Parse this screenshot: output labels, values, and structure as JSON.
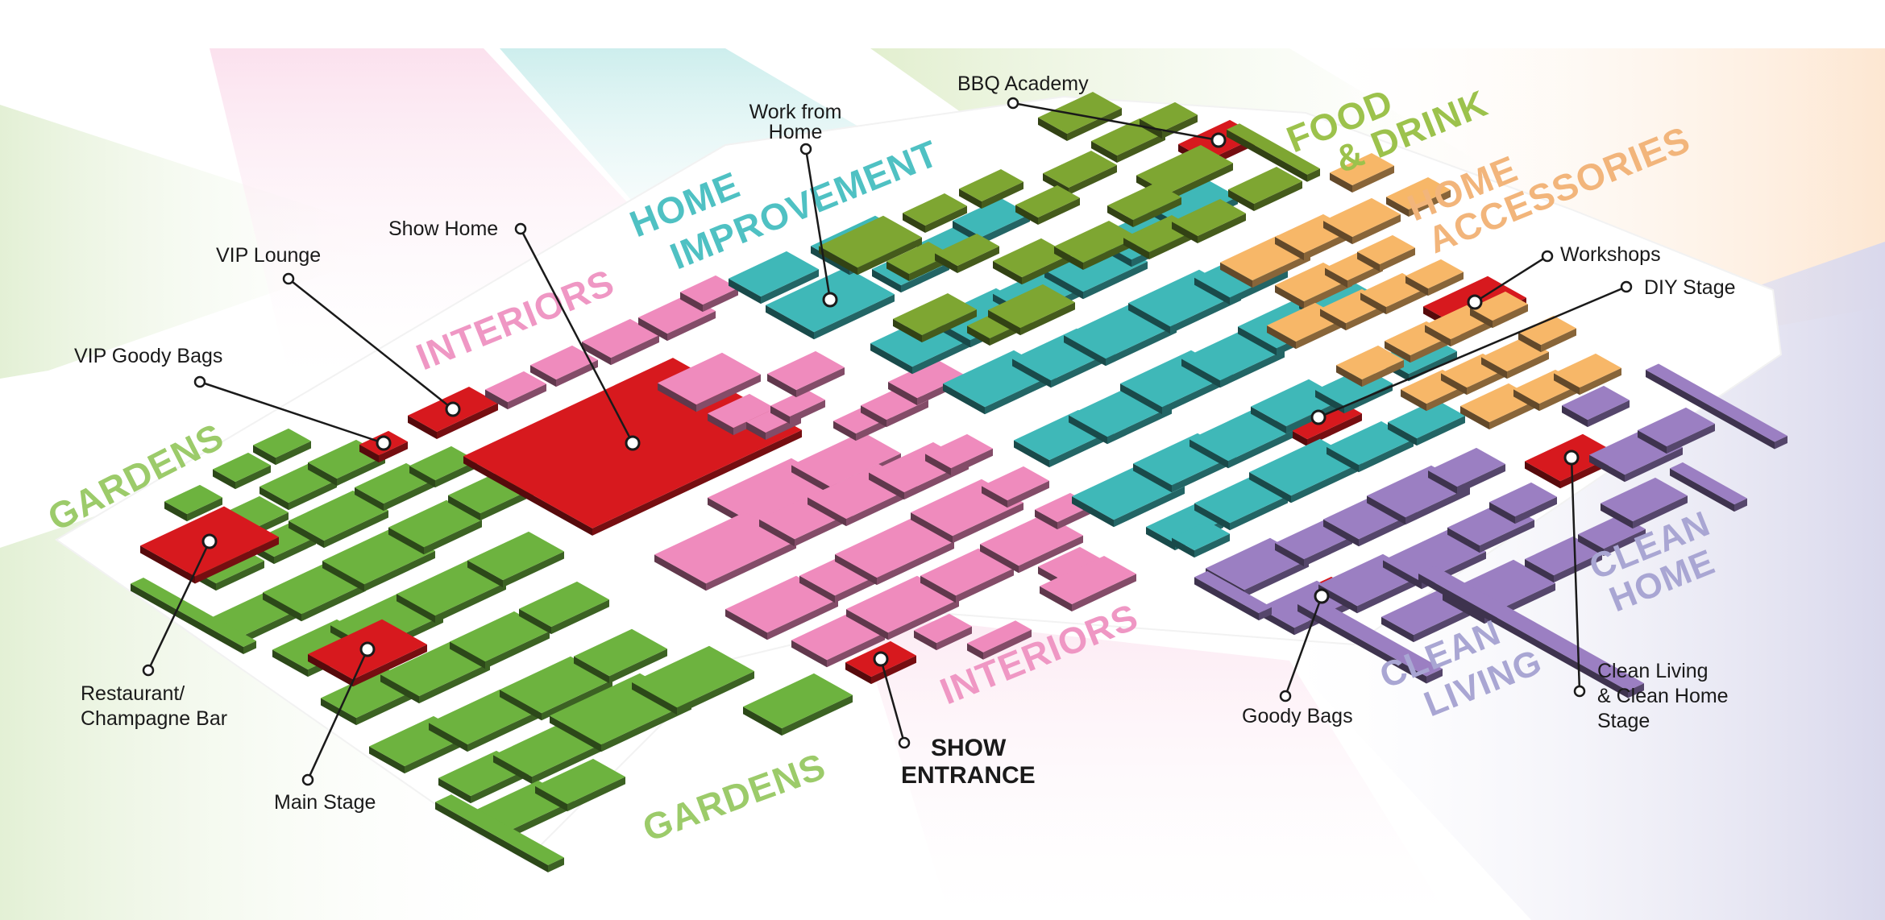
{
  "colors": {
    "gardens": "#6db33f",
    "food_drink": "#7ea632",
    "interiors": "#ef8bbd",
    "home_improvement": "#3fb8b8",
    "home_accessories": "#f7b768",
    "clean_living": "#9b7fc2",
    "feature": "#d7191e",
    "gardens_label": "#9ccb6a",
    "food_label": "#9cc24c",
    "interiors_label": "#ef97c4",
    "home_improvement_label": "#4fc1c3",
    "home_accessories_label": "#f2b57b",
    "clean_label": "#a9a6d3"
  },
  "zones": {
    "gardens_top": "GARDENS",
    "gardens_bottom": "GARDENS",
    "interiors_top": "INTERIORS",
    "interiors_bottom": "INTERIORS",
    "home_improvement_line1": "HOME",
    "home_improvement_line2": "IMPROVEMENT",
    "food_drink_line1": "FOOD",
    "food_drink_line2": "& DRINK",
    "home_accessories_line1": "HOME",
    "home_accessories_line2": "ACCESSORIES",
    "clean_living_line1": "CLEAN",
    "clean_living_line2": "LIVING",
    "clean_home_line1": "CLEAN",
    "clean_home_line2": "HOME"
  },
  "callouts": {
    "bbq_academy": "BBQ Academy",
    "work_from_home_line1": "Work from",
    "work_from_home_line2": "Home",
    "show_home": "Show Home",
    "vip_lounge": "VIP Lounge",
    "vip_goody_bags": "VIP Goody Bags",
    "restaurant_line1": "Restaurant/",
    "restaurant_line2": "Champagne Bar",
    "main_stage": "Main Stage",
    "show_entrance_line1": "SHOW",
    "show_entrance_line2": "ENTRANCE",
    "goody_bags": "Goody Bags",
    "workshops": "Workshops",
    "diy_stage": "DIY Stage",
    "clean_stage_line1": "Clean Living",
    "clean_stage_line2": "& Clean Home",
    "clean_stage_line3": "Stage"
  },
  "icons": {
    "callout_marker": "circle-marker-icon"
  }
}
